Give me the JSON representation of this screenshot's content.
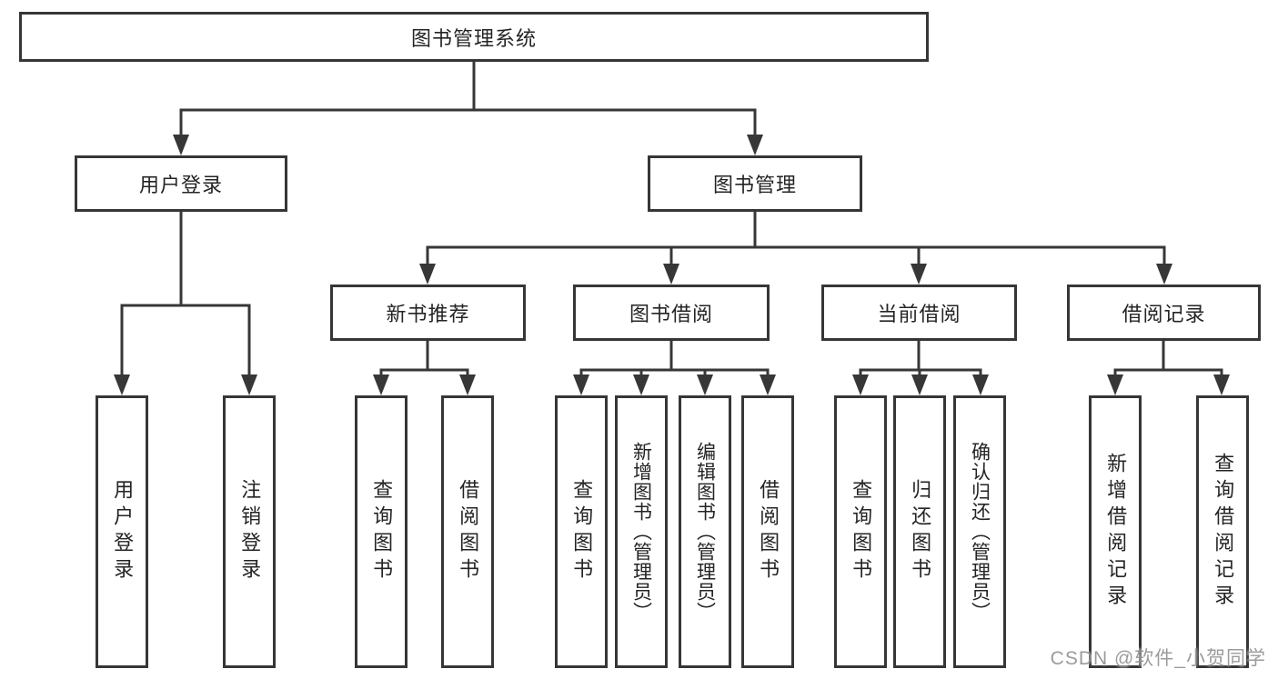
{
  "diagram": {
    "root": {
      "label": "图书管理系统"
    },
    "level2": [
      {
        "label": "用户登录",
        "children": [
          {
            "label": "用户登录"
          },
          {
            "label": "注销登录"
          }
        ]
      },
      {
        "label": "图书管理",
        "children": [
          {
            "label": "新书推荐",
            "children": [
              {
                "label": "查询图书"
              },
              {
                "label": "借阅图书"
              }
            ]
          },
          {
            "label": "图书借阅",
            "children": [
              {
                "label": "查询图书"
              },
              {
                "label": "新增图书（管理员）"
              },
              {
                "label": "编辑图书（管理员）"
              },
              {
                "label": "借阅图书"
              }
            ]
          },
          {
            "label": "当前借阅",
            "children": [
              {
                "label": "查询图书"
              },
              {
                "label": "归还图书"
              },
              {
                "label": "确认归还（管理员）"
              }
            ]
          },
          {
            "label": "借阅记录",
            "children": [
              {
                "label": "新增借阅记录"
              },
              {
                "label": "查询借阅记录"
              }
            ]
          }
        ]
      }
    ],
    "watermark": "CSDN @软件_小贺同学"
  }
}
